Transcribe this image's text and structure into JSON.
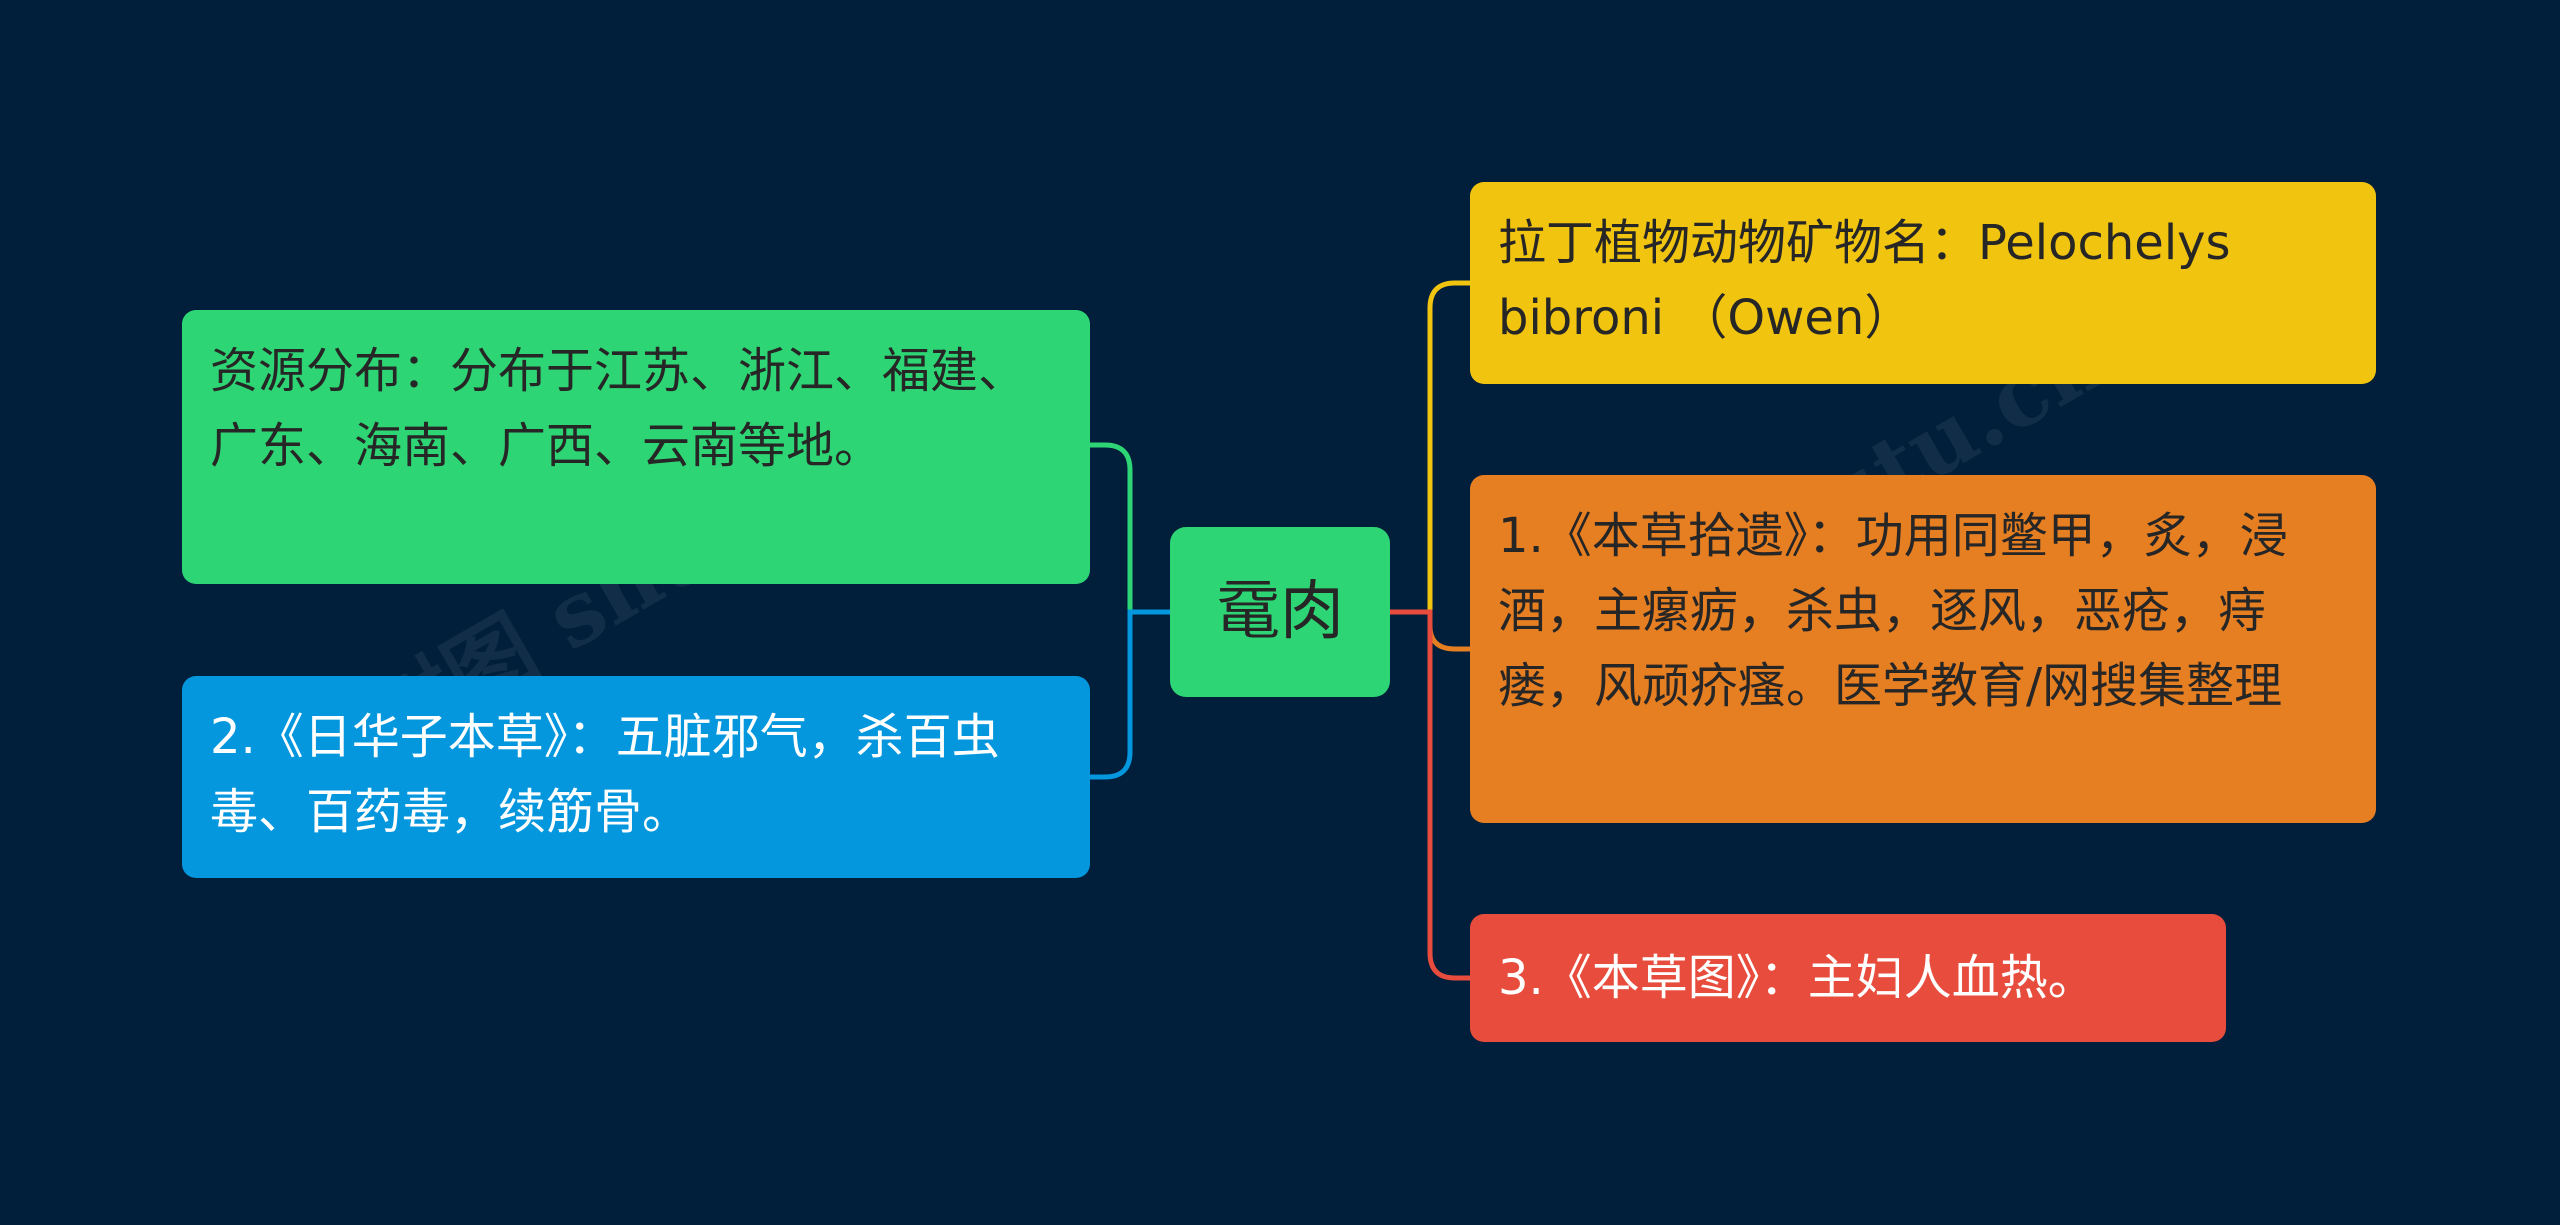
{
  "colors": {
    "background": "#011e3a",
    "center": "#2ed574",
    "green": "#2ed574",
    "blue": "#0497dd",
    "yellow": "#f1c40f",
    "orange": "#e67e22",
    "red": "#e74c3c",
    "link_green": "#2ed574",
    "link_blue": "#0497dd",
    "link_yellow": "#f1c40f",
    "link_orange": "#e67e22",
    "link_red": "#e74c3c"
  },
  "center": {
    "label": "鼋肉"
  },
  "left": [
    {
      "text": "资源分布：分布于江苏、浙江、福建、广东、海南、广西、云南等地。",
      "color": "green"
    },
    {
      "text": "2.《日华子本草》：五脏邪气，杀百虫毒、百药毒，续筋骨。",
      "color": "blue"
    }
  ],
  "right": [
    {
      "text": "拉丁植物动物矿物名：Pelochelys bibroni （Owen）",
      "color": "yellow"
    },
    {
      "text": "1.《本草拾遗》：功用同鳖甲，炙，浸酒，主瘰疬，杀虫，逐风，恶疮，痔瘘，风顽疥瘙。医学教育/网搜集整理",
      "color": "orange"
    },
    {
      "text": "3.《本草图》：主妇人血热。",
      "color": "red"
    }
  ],
  "watermarks": [
    "树图 shutu.cn",
    "树图 shutu.cn"
  ]
}
